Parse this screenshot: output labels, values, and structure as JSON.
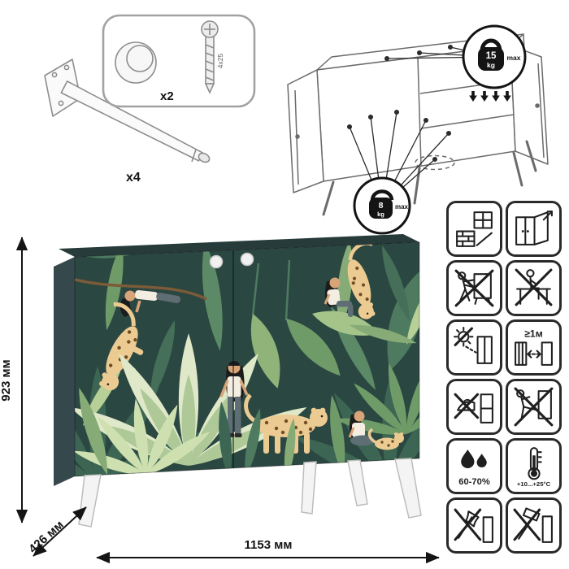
{
  "figure": {
    "type": "furniture-assembly-instruction-sheet"
  },
  "hardware": {
    "leg_count": "x4",
    "knob_count": "x2",
    "screw_size": "4x25"
  },
  "load_limits": {
    "top_value": "15",
    "top_unit": "kg",
    "top_max": "max",
    "shelf_value": "8",
    "shelf_unit": "kg",
    "shelf_max": "max"
  },
  "dimensions": {
    "height": "923 мм",
    "depth": "426 мм",
    "width": "1153 мм"
  },
  "care_icons": [
    {
      "name": "wall-and-window-icon",
      "label": ""
    },
    {
      "name": "door-mounting-icon",
      "label": ""
    },
    {
      "name": "no-pushing-icon",
      "label": ""
    },
    {
      "name": "no-sitting-icon",
      "label": ""
    },
    {
      "name": "no-direct-sunlight-icon",
      "label": ""
    },
    {
      "name": "heat-distance-icon",
      "label": "≥1м"
    },
    {
      "name": "no-hot-objects-icon",
      "label": ""
    },
    {
      "name": "no-kicking-icon",
      "label": ""
    },
    {
      "name": "humidity-range-icon",
      "label": "60-70%"
    },
    {
      "name": "temperature-range-icon",
      "label": "+10...+25°С"
    },
    {
      "name": "no-sharp-tools-icon",
      "label": ""
    },
    {
      "name": "no-impact-icon",
      "label": ""
    }
  ],
  "colors": {
    "print_background": "#2b4742",
    "cabinet_side": "#35494d",
    "leg_white": "#f4f4f4",
    "leaf_pale": "#dfe8c8",
    "leaf_green": "#6f9b68",
    "leopard": "#eccb92",
    "outline": "#141414"
  }
}
